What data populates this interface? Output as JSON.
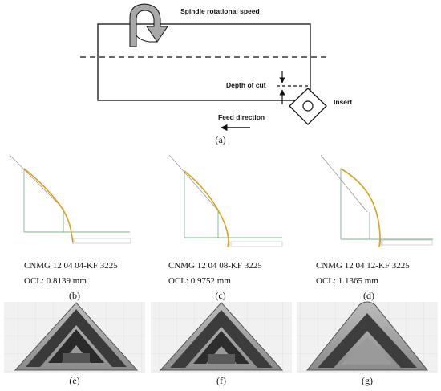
{
  "schematic": {
    "spindle_label": "Spindle rotational speed",
    "depth_label": "Depth of cut",
    "insert_label": "Insert",
    "feed_label": "Feed direction",
    "caption": "(a)"
  },
  "profiles": [
    {
      "designation": "CNMG 12 04 04-KF 3225",
      "ocl": "OCL: 0.8139 mm",
      "caption": "(b)"
    },
    {
      "designation": "CNMG 12 04 08-KF 3225",
      "ocl": "OCL: 0.9752 mm",
      "caption": "(c)"
    },
    {
      "designation": "CNMG 12 04 12-KF 3225",
      "ocl": "OCL: 1.1365 mm",
      "caption": "(d)"
    }
  ],
  "photos": [
    {
      "caption": "(e)"
    },
    {
      "caption": "(f)"
    },
    {
      "caption": "(g)"
    }
  ],
  "colors": {
    "curve": "#d9a31a",
    "guide": "#7fb08f",
    "gray": "#9a9a9a",
    "arrow_fill": "#a9a9a9"
  }
}
